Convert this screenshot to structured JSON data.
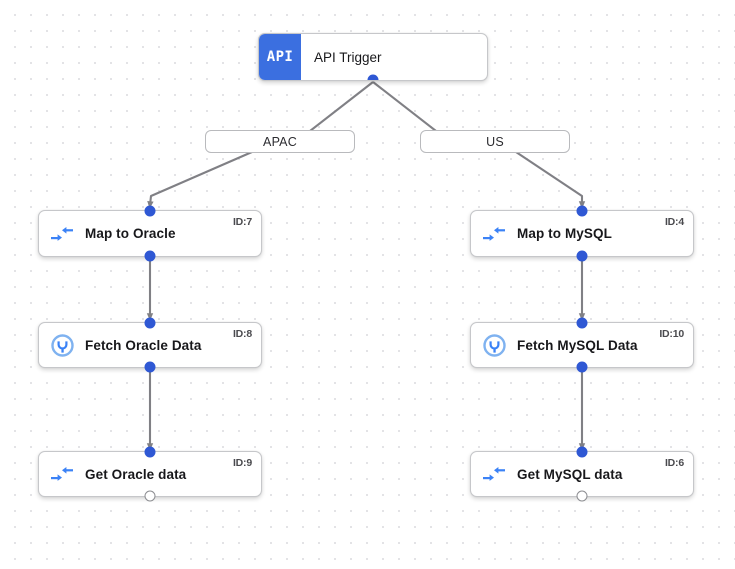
{
  "canvas": {
    "background_color": "#ffffff",
    "dot_color": "#e3e3e6",
    "accent_color": "#2f58d4",
    "badge_color": "#3b6fe0",
    "edge_color": "#808085"
  },
  "trigger": {
    "badge_text": "API",
    "label": "API Trigger",
    "icon": "api-badge-icon"
  },
  "branches": [
    {
      "label": "APAC"
    },
    {
      "label": "US"
    }
  ],
  "nodes": [
    {
      "label": "Map to Oracle",
      "id_text": "ID:7",
      "icon": "map-arrows-icon",
      "branch": "APAC"
    },
    {
      "label": "Fetch Oracle Data",
      "id_text": "ID:8",
      "icon": "plug-connector-icon",
      "branch": "APAC"
    },
    {
      "label": "Get Oracle data",
      "id_text": "ID:9",
      "icon": "map-arrows-icon",
      "branch": "APAC"
    },
    {
      "label": "Map to MySQL",
      "id_text": "ID:4",
      "icon": "map-arrows-icon",
      "branch": "US"
    },
    {
      "label": "Fetch MySQL Data",
      "id_text": "ID:10",
      "icon": "plug-connector-icon",
      "branch": "US"
    },
    {
      "label": "Get MySQL data",
      "id_text": "ID:6",
      "icon": "map-arrows-icon",
      "branch": "US"
    }
  ]
}
